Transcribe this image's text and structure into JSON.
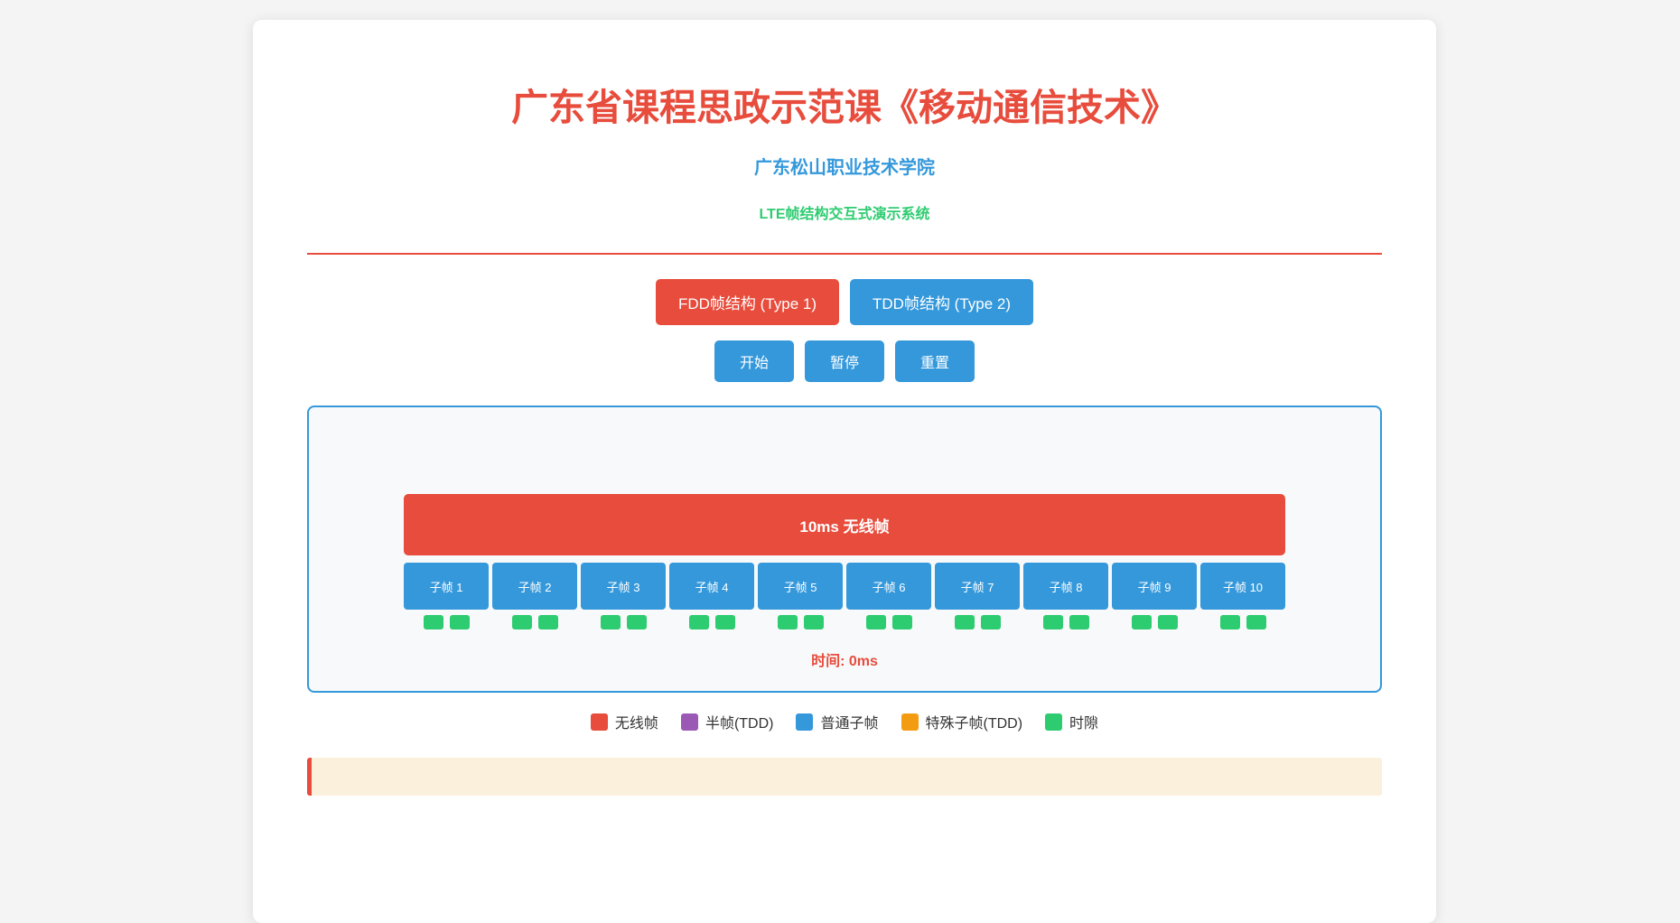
{
  "header": {
    "main_title": "广东省课程思政示范课《移动通信技术》",
    "org_name": "广东松山职业技术学院",
    "system_name": "LTE帧结构交互式演示系统"
  },
  "mode_buttons": [
    {
      "label": "FDD帧结构 (Type 1)",
      "active": true,
      "color": "#e74c3c"
    },
    {
      "label": "TDD帧结构 (Type 2)",
      "active": false,
      "color": "#3498db"
    }
  ],
  "control_buttons": [
    {
      "label": "开始"
    },
    {
      "label": "暂停"
    },
    {
      "label": "重置"
    }
  ],
  "visualization": {
    "radio_frame_label": "10ms 无线帧",
    "subframes": [
      {
        "label": "子帧 1",
        "slots": 2
      },
      {
        "label": "子帧 2",
        "slots": 2
      },
      {
        "label": "子帧 3",
        "slots": 2
      },
      {
        "label": "子帧 4",
        "slots": 2
      },
      {
        "label": "子帧 5",
        "slots": 2
      },
      {
        "label": "子帧 6",
        "slots": 2
      },
      {
        "label": "子帧 7",
        "slots": 2
      },
      {
        "label": "子帧 8",
        "slots": 2
      },
      {
        "label": "子帧 9",
        "slots": 2
      },
      {
        "label": "子帧 10",
        "slots": 2
      }
    ],
    "time_label": "时间: 0ms"
  },
  "legend": [
    {
      "label": "无线帧",
      "color": "#e74c3c"
    },
    {
      "label": "半帧(TDD)",
      "color": "#9b59b6"
    },
    {
      "label": "普通子帧",
      "color": "#3498db"
    },
    {
      "label": "特殊子帧(TDD)",
      "color": "#f39c12"
    },
    {
      "label": "时隙",
      "color": "#2ecc71"
    }
  ],
  "colors": {
    "red": "#e74c3c",
    "blue": "#3498db",
    "green": "#2ecc71",
    "purple": "#9b59b6",
    "orange": "#f39c12",
    "page_background": "#f4f4f4",
    "panel_background": "#f8f9fa",
    "note_background": "#faf0dc"
  }
}
